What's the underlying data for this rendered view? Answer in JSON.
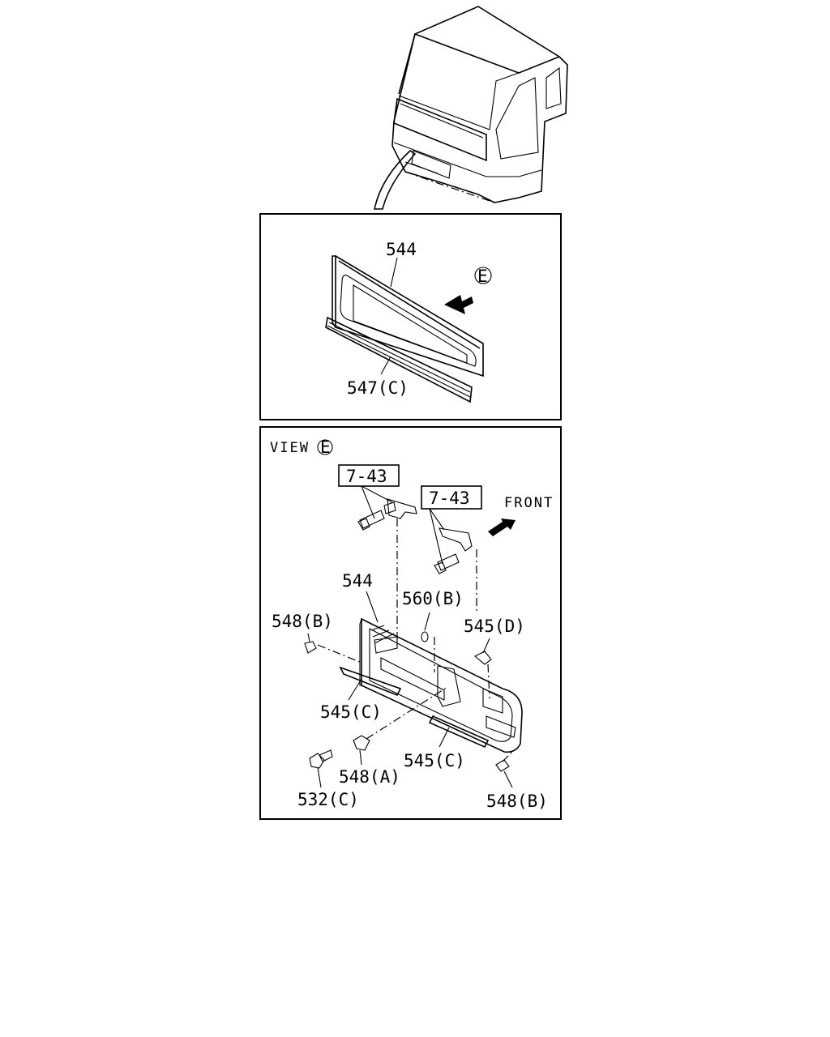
{
  "diagram": {
    "view_label": "VIEW",
    "view_marker": "E",
    "front_label": "FRONT",
    "ref_top_left": "7-43",
    "ref_top_right": "7-43",
    "upper": {
      "part_544": "544",
      "part_547c": "547(C)",
      "marker_e": "E"
    },
    "lower": {
      "part_544": "544",
      "part_560b": "560(B)",
      "part_545d": "545(D)",
      "part_548b_left": "548(B)",
      "part_545c_left": "545(C)",
      "part_545c_right": "545(C)",
      "part_548a": "548(A)",
      "part_532c": "532(C)",
      "part_548b_right": "548(B)"
    }
  }
}
